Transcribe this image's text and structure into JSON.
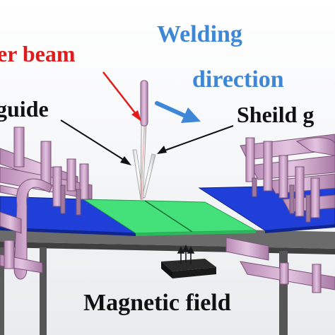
{
  "labels": {
    "laser_beam": "er beam",
    "welding_direction_line1": "Welding",
    "welding_direction_line2": "direction",
    "wire_guide": "guide",
    "shield_gas": "Sheild g",
    "magnetic_field": "Magnetic field"
  },
  "colors": {
    "laser_label": "#e01b1b",
    "direction_label": "#3d87d6",
    "plate_blue": "#1f3fd8",
    "plate_green": "#44e07a",
    "clamp": "#c99ac6",
    "frame": "#5a5a5a",
    "magnet": "#1a1a1a"
  },
  "icons": {
    "direction_arrow": "arrow-right-down-icon",
    "field_arrows": "up-arrows-icon"
  }
}
